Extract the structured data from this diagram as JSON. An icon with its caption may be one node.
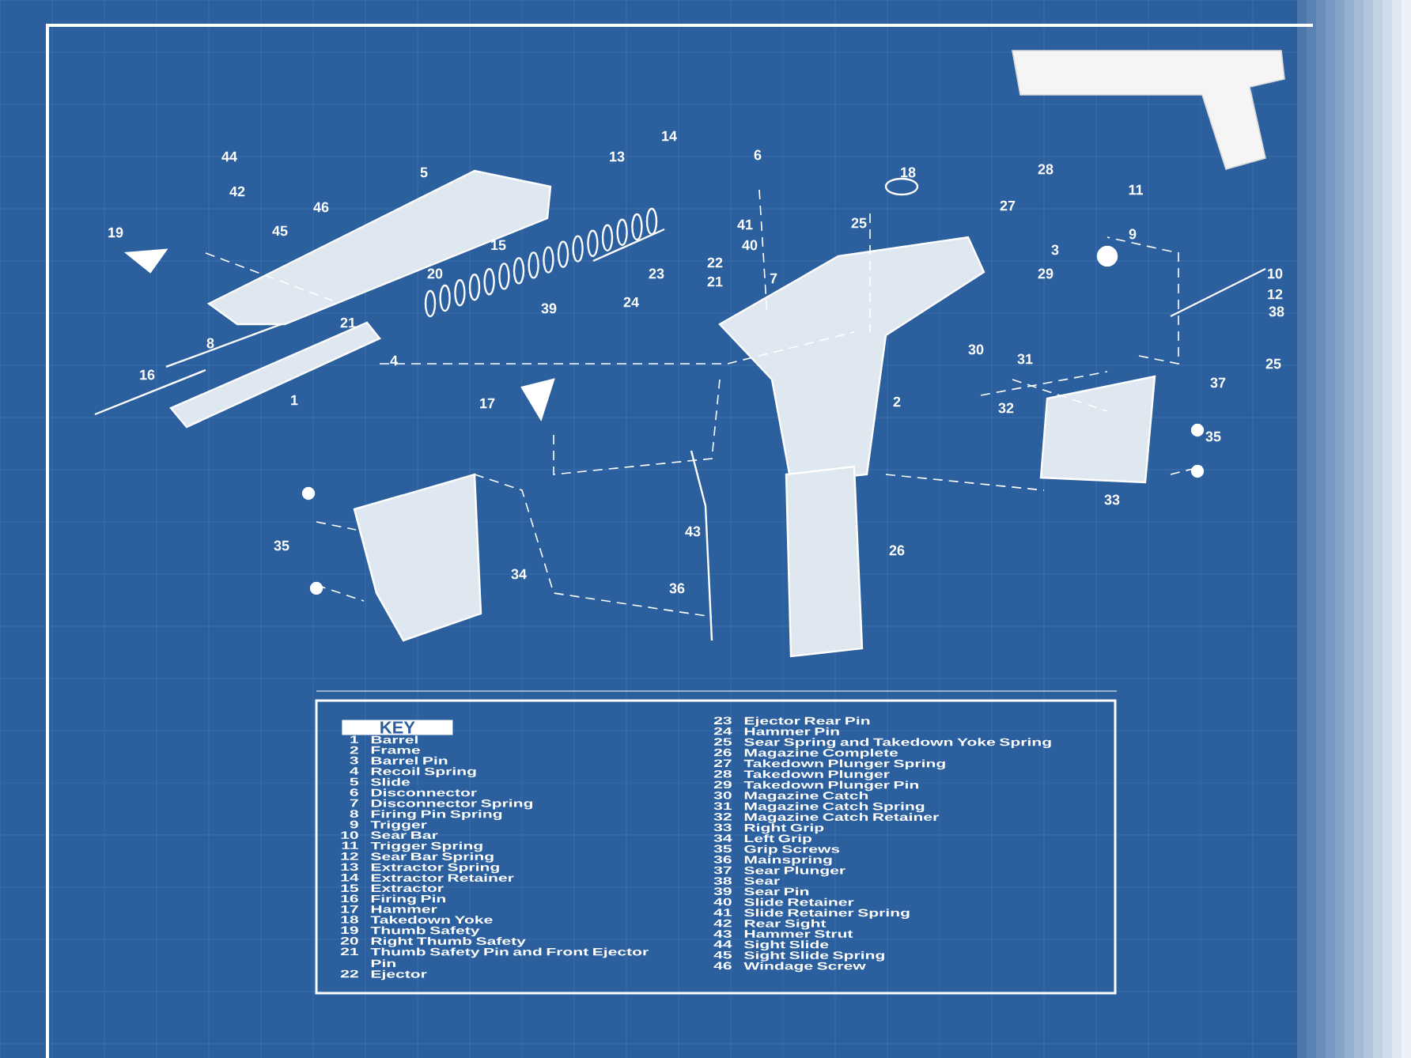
{
  "diagram": {
    "labels": [
      "14",
      "44",
      "13",
      "6",
      "5",
      "18",
      "28",
      "42",
      "11",
      "46",
      "27",
      "19",
      "45",
      "41",
      "25",
      "9",
      "15",
      "40",
      "3",
      "22",
      "20",
      "23",
      "21",
      "7",
      "29",
      "10",
      "12",
      "39",
      "24",
      "38",
      "21",
      "8",
      "30",
      "4",
      "31",
      "25",
      "16",
      "37",
      "1",
      "17",
      "2",
      "32",
      "35",
      "33",
      "43",
      "35",
      "26",
      "34",
      "36",
      "KEY",
      "1",
      "Barrel",
      "2",
      "Frame",
      "3",
      "Barrel Pin",
      "4",
      "Recoil Spring",
      "5",
      "Slide",
      "6",
      "Disconnector",
      "7",
      "Disconnector Spring",
      "8",
      "Firing Pin Spring",
      "9",
      "Trigger",
      "10",
      "Sear Bar",
      "11",
      "Trigger Spring",
      "12",
      "Sear Bar Spring",
      "13",
      "Extractor Spring",
      "14",
      "Extractor Retainer",
      "15",
      "Extractor",
      "16",
      "Firing Pin",
      "17",
      "Hammer",
      "18",
      "Takedown Yoke",
      "19",
      "Thumb Safety",
      "20",
      "Right Thumb Safety",
      "21",
      "Thumb Safety Pin and Front Ejector Pin",
      "22",
      "Ejector",
      "23",
      "Ejector Rear Pin",
      "24",
      "Hammer Pin",
      "25",
      "Sear Spring and Takedown Yoke Spring",
      "26",
      "Magazine Complete",
      "27",
      "Takedown Plunger Spring",
      "28",
      "Takedown Plunger",
      "29",
      "Takedown Plunger Pin",
      "30",
      "Magazine Catch",
      "31",
      "Magazine Catch Spring",
      "32",
      "Magazine Catch Retainer",
      "33",
      "Right Grip",
      "34",
      "Left Grip",
      "35",
      "Grip Screws",
      "36",
      "Mainspring",
      "37",
      "Sear Plunger",
      "38",
      "Sear",
      "39",
      "Sear Pin",
      "40",
      "Slide Retainer",
      "41",
      "Slide Retainer Spring",
      "42",
      "Rear Sight",
      "43",
      "Hammer Strut",
      "44",
      "Sight Slide",
      "45",
      "Sight Slide Spring",
      "46",
      "Windage Screw"
    ]
  }
}
